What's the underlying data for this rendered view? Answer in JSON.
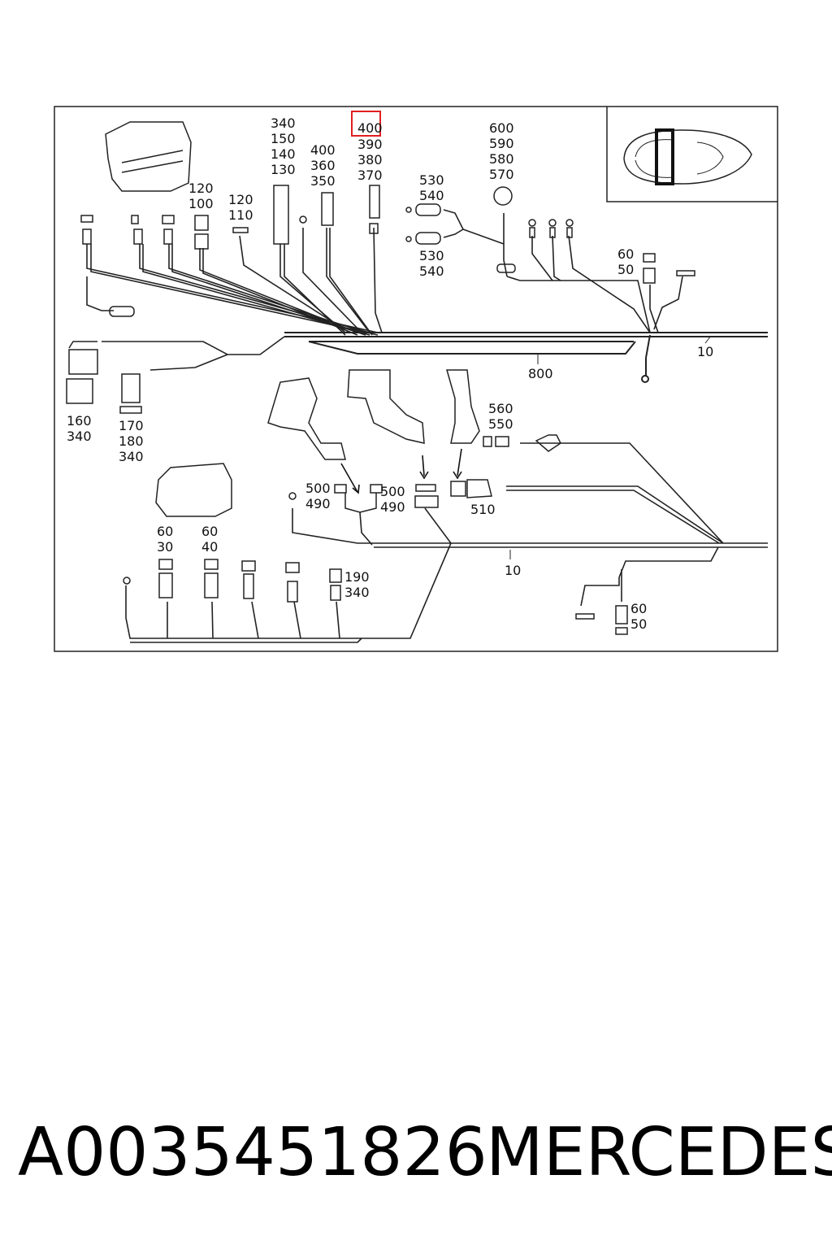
{
  "footer": {
    "part_number": "A0035451826",
    "brand": "MERCEDES"
  },
  "highlight": {
    "label": "400",
    "color": "#e02020"
  },
  "callouts": {
    "c1": [
      "340",
      "150",
      "140",
      "130"
    ],
    "c2": [
      "400",
      "360",
      "350"
    ],
    "c3": [
      "390",
      "380",
      "370"
    ],
    "c4": [
      "600",
      "590",
      "580",
      "570"
    ],
    "c5": [
      "530",
      "540"
    ],
    "c6": [
      "530",
      "540"
    ],
    "c7": [
      "120",
      "100"
    ],
    "c8": [
      "120",
      "110"
    ],
    "c9": [
      "60",
      "50"
    ],
    "c10": [
      "160",
      "340"
    ],
    "c11": [
      "170",
      "180",
      "340"
    ],
    "c12": [
      "560",
      "550"
    ],
    "c13": [
      "500",
      "490"
    ],
    "c14": [
      "500",
      "490"
    ],
    "c15": [
      "510"
    ],
    "c16": [
      "60",
      "30"
    ],
    "c17": [
      "60",
      "40"
    ],
    "c18": [
      "190",
      "340"
    ],
    "c19": [
      "60",
      "50"
    ],
    "c20": [
      "10"
    ],
    "c21": [
      "800"
    ],
    "c22": [
      "10"
    ]
  }
}
